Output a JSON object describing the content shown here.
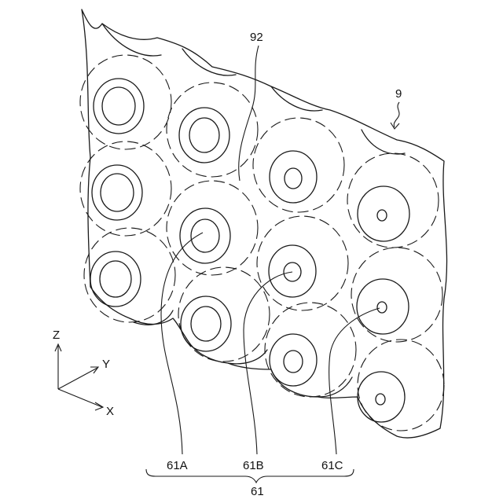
{
  "labels": {
    "sheet_ref": "9",
    "region_ref": "92",
    "group_ref": "61",
    "part_a": "61A",
    "part_b": "61B",
    "part_c": "61C"
  },
  "axes": {
    "z": "Z",
    "y": "Y",
    "x": "X"
  }
}
